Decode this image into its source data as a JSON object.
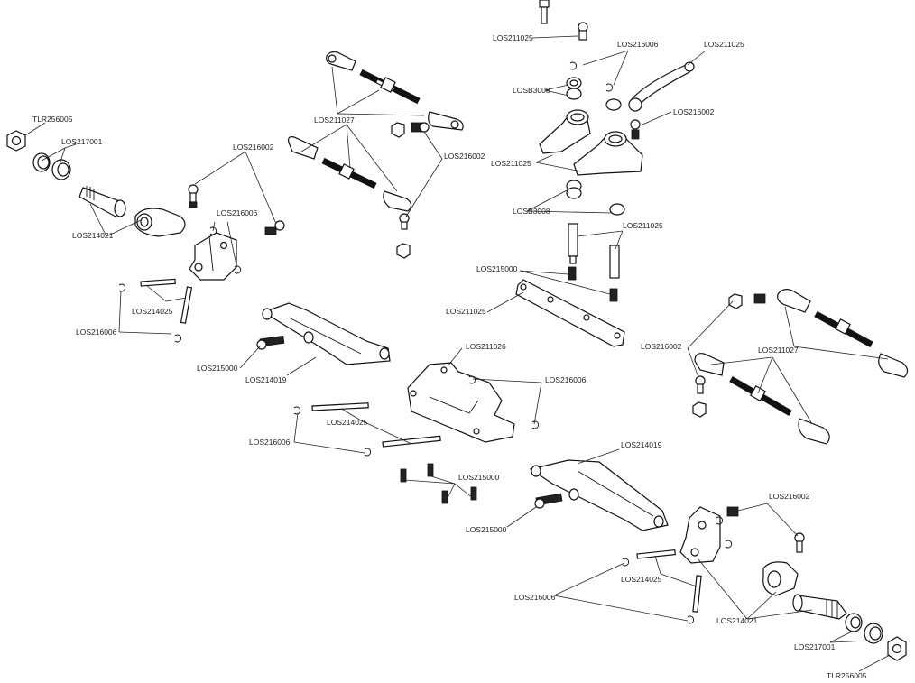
{
  "labels": {
    "tlr256005_a": "TLR256005",
    "los217001_a": "LOS217001",
    "los214021_a": "LOS214021",
    "los216002_a": "LOS216002",
    "los216006_a": "LOS216006",
    "los214025_a": "LOS214025",
    "los216006_b": "LOS216006",
    "los211027_a": "LOS211027",
    "los216002_b": "LOS216002",
    "los211025_a": "LOS211025",
    "los216006_c": "LOS216006",
    "los211025_b": "LOS211025",
    "losb3008_a": "LOSB3008",
    "los216002_c": "LOS216002",
    "los211025_c": "LOS211025",
    "losb3008_b": "LOSB3008",
    "los211025_d": "LOS211025",
    "los215000_a": "LOS215000",
    "los211025_e": "LOS211025",
    "los215000_b": "LOS215000",
    "los214019_a": "LOS214019",
    "los211026": "LOS211026",
    "los216006_d": "LOS216006",
    "los214025_b": "LOS214025",
    "los216006_e": "LOS216006",
    "los215000_c": "LOS215000",
    "los215000_d": "LOS215000",
    "los216002_d": "LOS216002",
    "los211027_b": "LOS211027",
    "los214019_b": "LOS214019",
    "los216002_e": "LOS216002",
    "los214025_c": "LOS214025",
    "los216006_f": "LOS216006",
    "los214021_b": "LOS214021",
    "los217001_b": "LOS217001",
    "tlr256005_b": "TLR256005"
  }
}
